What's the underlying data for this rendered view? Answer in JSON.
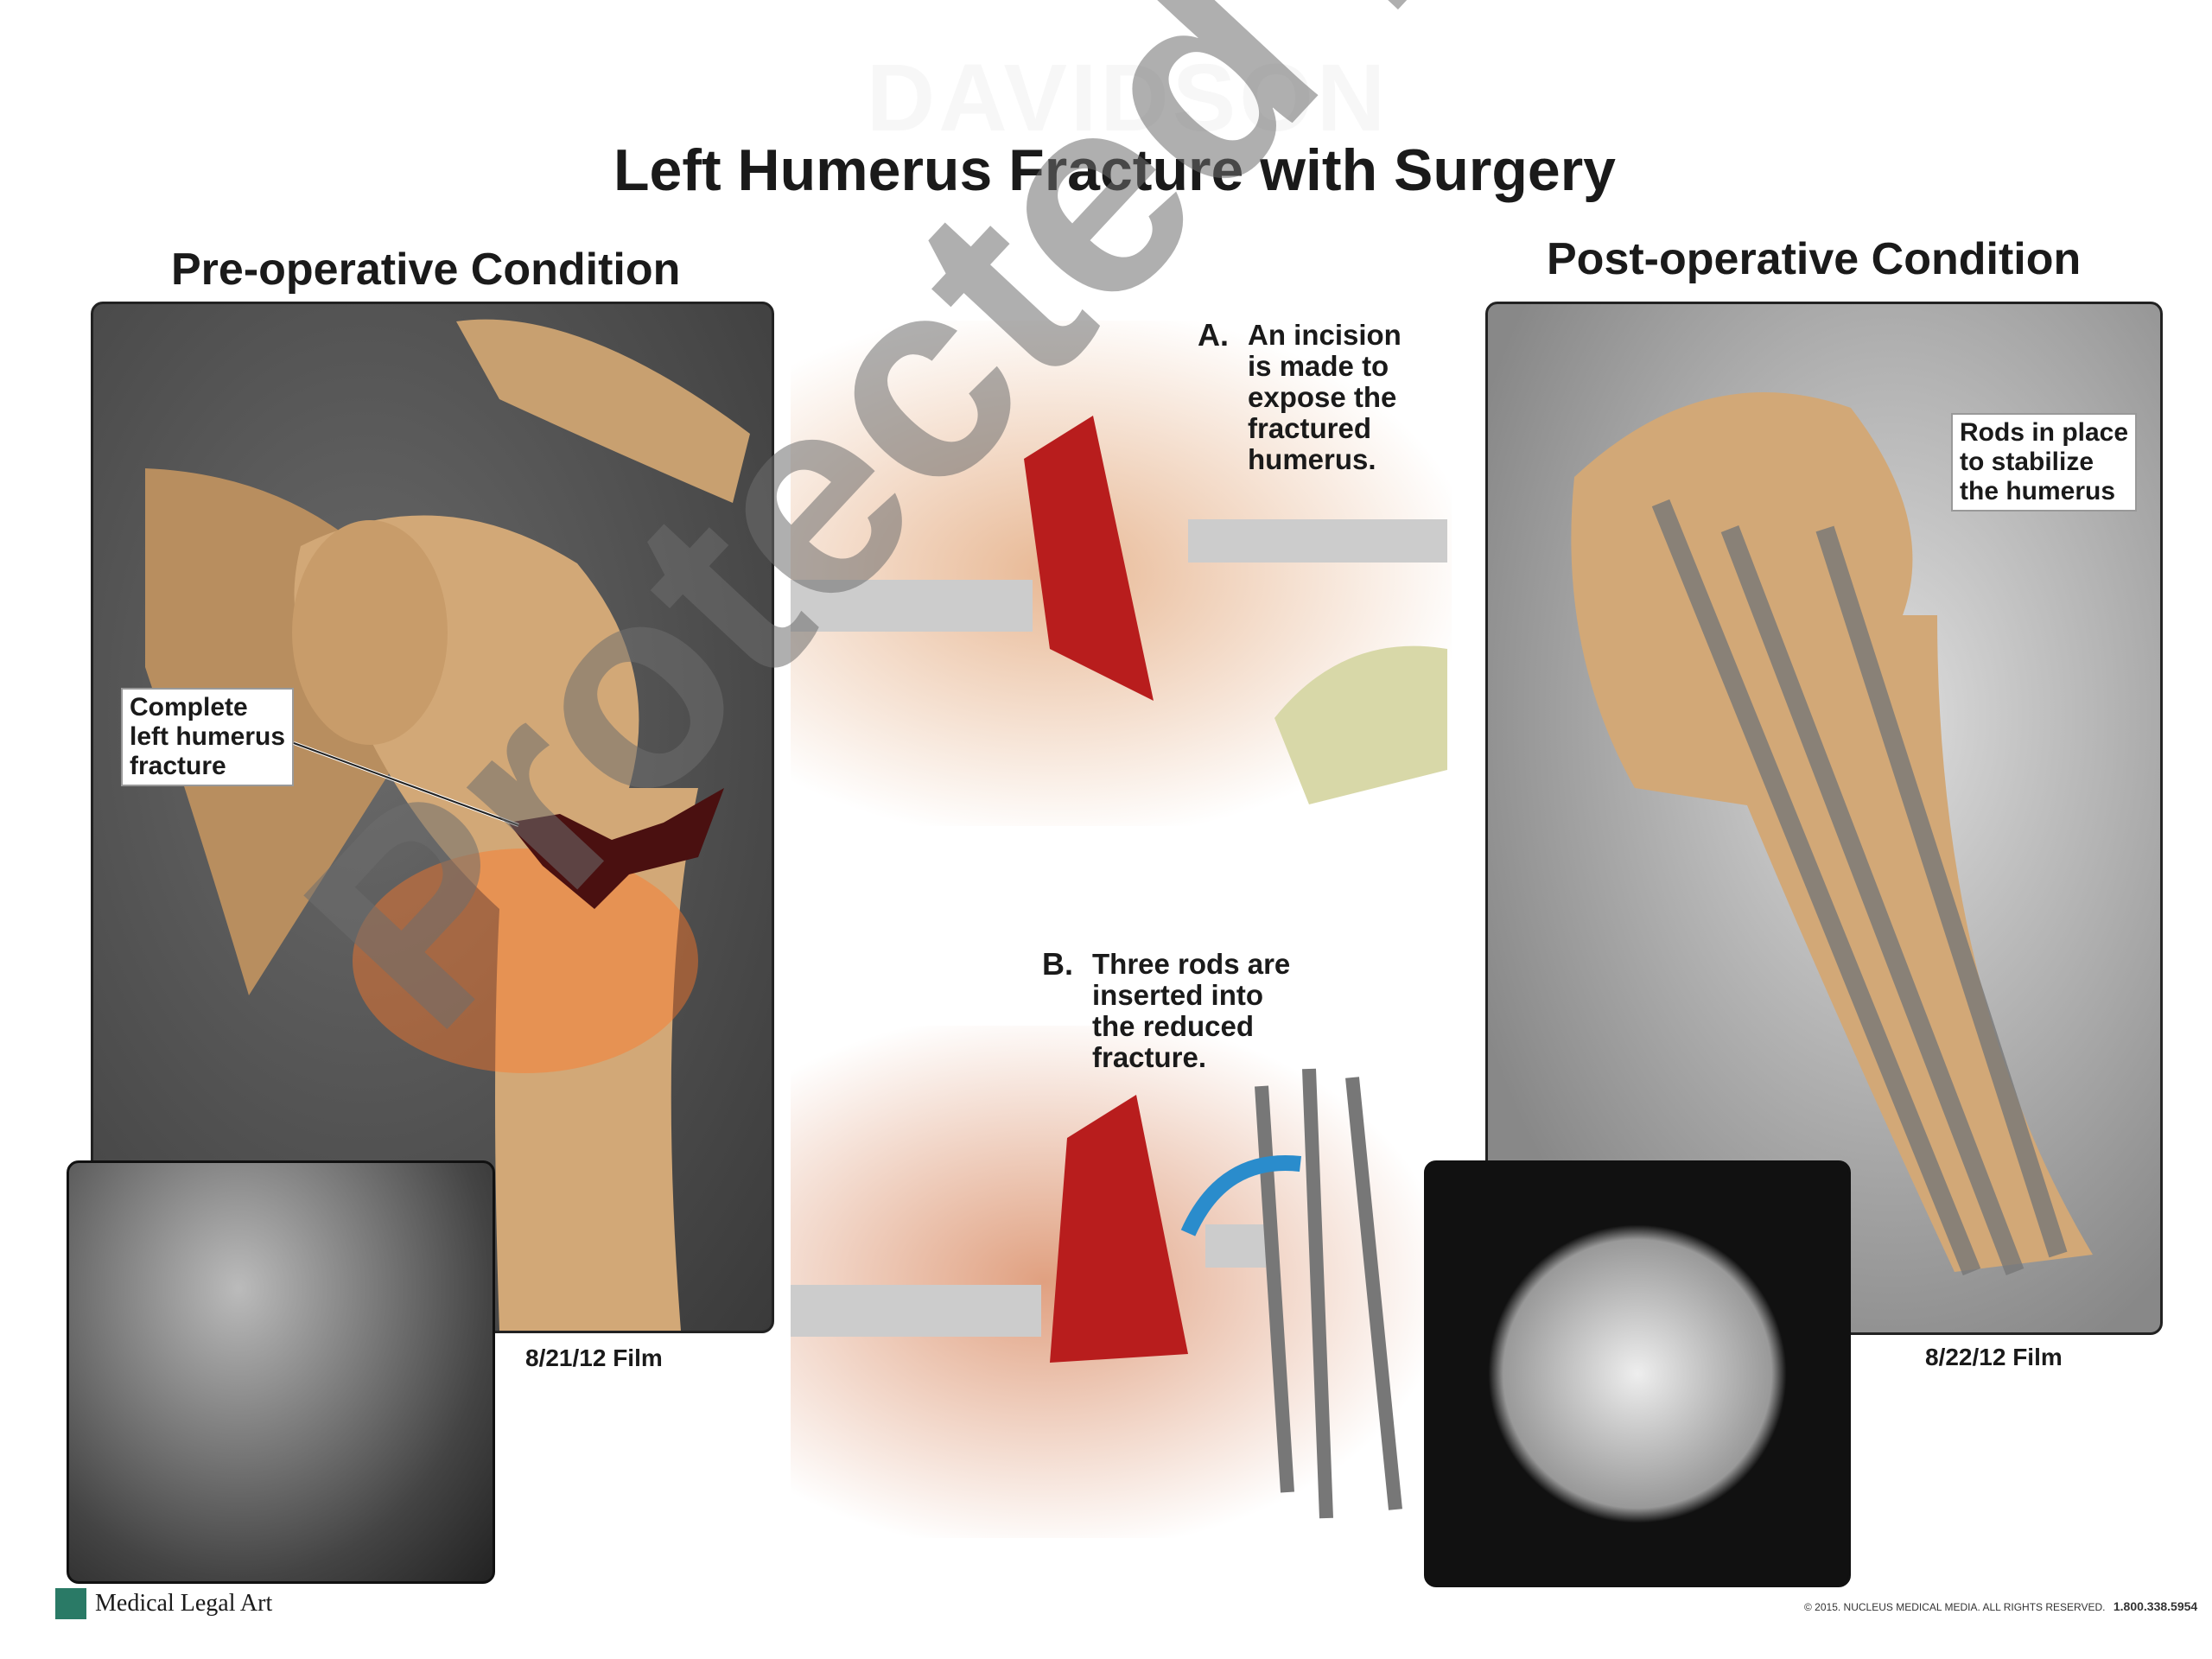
{
  "header": {
    "watermark_logo": "DAVIDSON",
    "title": "Left Humerus Fracture with Surgery"
  },
  "pre_op": {
    "heading": "Pre-operative Condition",
    "label_lines": [
      "Complete",
      "left humerus",
      "fracture"
    ],
    "film_date": "8/21/12 Film"
  },
  "steps": [
    {
      "letter": "A.",
      "lines": [
        "An incision",
        "is made to",
        "expose the",
        "fractured",
        "humerus."
      ]
    },
    {
      "letter": "B.",
      "lines": [
        "Three rods are",
        "inserted into",
        "the reduced",
        "fracture."
      ]
    }
  ],
  "post_op": {
    "heading": "Post-operative Condition",
    "label_lines": [
      "Rods in place",
      "to stabilize",
      "the humerus"
    ],
    "film_date": "8/22/12 Film"
  },
  "watermark": "Protected Image",
  "footer": {
    "brand": "Medical Legal Art",
    "copyright": "© 2015. NUCLEUS MEDICAL MEDIA. ALL RIGHTS RESERVED.",
    "phone": "1.800.338.5954",
    "brand_color": "#2a7a66"
  }
}
